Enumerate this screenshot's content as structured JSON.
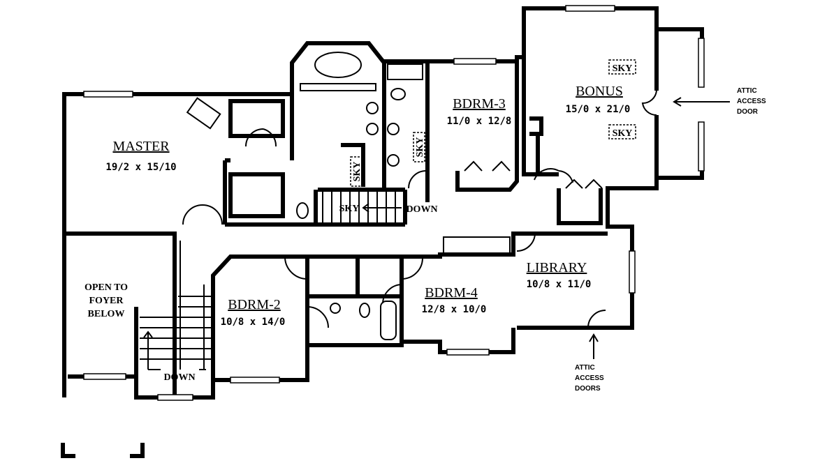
{
  "rooms": {
    "master": {
      "name": "MASTER",
      "size": "19/2 x 15/10"
    },
    "bdrm3": {
      "name": "BDRM-3",
      "size": "11/0 x 12/8"
    },
    "bonus": {
      "name": "BONUS",
      "size": "15/0 x 21/0"
    },
    "bdrm2": {
      "name": "BDRM-2",
      "size": "10/8 x 14/0"
    },
    "bdrm4": {
      "name": "BDRM-4",
      "size": "12/8 x 10/0"
    },
    "library": {
      "name": "LIBRARY",
      "size": "10/8 x 11/0"
    }
  },
  "open_to_foyer": [
    "OPEN TO",
    "FOYER",
    "BELOW"
  ],
  "skylights": {
    "bonus_top": "SKY",
    "bonus_bottom": "SKY",
    "bath3": "SKY",
    "master_bath": "SKY",
    "stair": "SKY"
  },
  "stairs": {
    "upper_down": "DOWN",
    "lower_down": "DOWN"
  },
  "attic_door": [
    "ATTIC",
    "ACCESS",
    "DOOR"
  ],
  "attic_doors": [
    "ATTIC",
    "ACCESS",
    "DOORS"
  ]
}
